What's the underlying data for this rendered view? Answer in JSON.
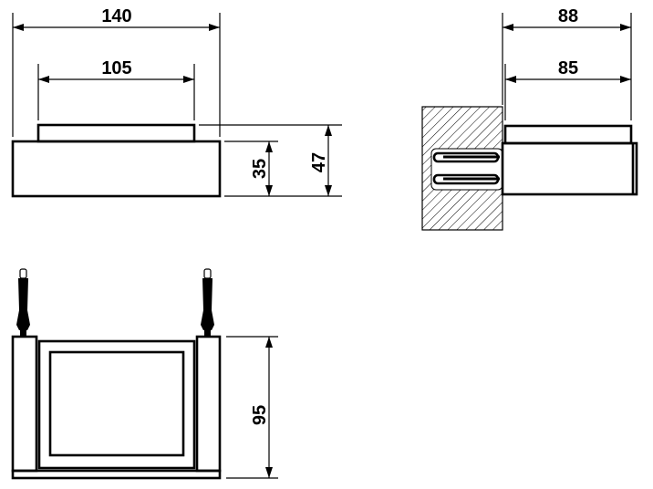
{
  "drawing": {
    "front_view": {
      "width_overall": "140",
      "width_top": "105",
      "height_body": "35",
      "height_overall": "47"
    },
    "side_view": {
      "depth_overall": "88",
      "depth_top": "85"
    },
    "top_view": {
      "depth": "95"
    }
  },
  "colors": {
    "line": "#000000",
    "background": "#ffffff"
  }
}
